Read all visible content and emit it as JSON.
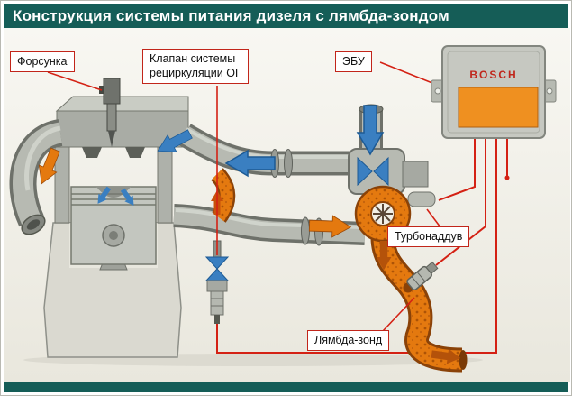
{
  "title": "Конструкция системы питания дизеля с лямбда-зондом",
  "labels": {
    "injector": "Форсунка",
    "egr_line1": "Клапан системы",
    "egr_line2": "рециркуляции ОГ",
    "ecu": "ЭБУ",
    "turbo": "Турбонаддув",
    "lambda": "Лямбда-зонд"
  },
  "ecu": {
    "brand": "BOSCH"
  },
  "colors": {
    "title_bg": "#155d57",
    "label_border": "#c2251a",
    "wire_red": "#d42114",
    "exhaust_orange": "#e4790f",
    "intake_blue": "#3a7fc1",
    "metal_gray": "#b7bab2",
    "ecu_plate_orange": "#ef9020"
  },
  "components": [
    "injector",
    "cylinder-head",
    "piston",
    "intake-pipe",
    "exhaust-pipe",
    "egr-valve",
    "compressor",
    "turbocharger",
    "lambda-sensor",
    "ecu-unit"
  ]
}
